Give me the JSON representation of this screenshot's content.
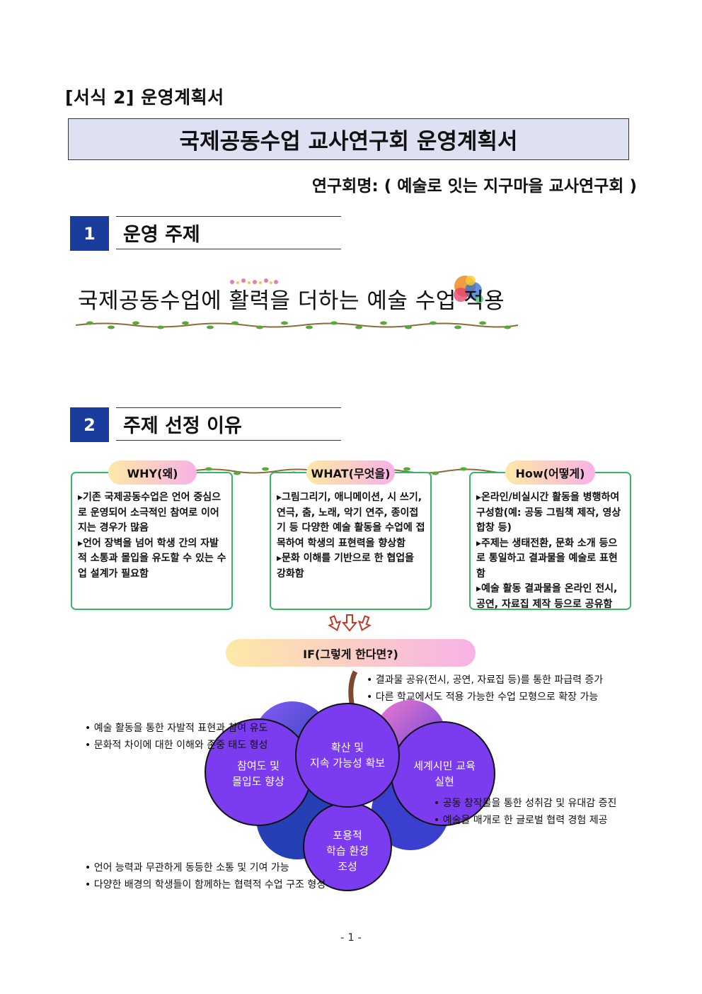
{
  "form_label": "[서식 2] 운영계획서",
  "doc_title": "국제공동수업 교사연구회 운영계획서",
  "study_name": "연구회명: ( 예술로 잇는 지구마을 교사연구회 )",
  "section1": {
    "number": "1",
    "title": "운영 주제"
  },
  "theme_text": "국제공동수업에 활력을 더하는 예술 수업 적용",
  "section2": {
    "number": "2",
    "title": "주제 선정 이유"
  },
  "cards": [
    {
      "label": "WHY(왜)",
      "lines": [
        "▸기존 국제공동수업은 언어 중심으로 운영되어 소극적인 참여로 이어지는 경우가 많음",
        "▸언어 장벽을 넘어 학생 간의 자발적 소통과 몰입을 유도할 수 있는 수업 설계가 필요함"
      ]
    },
    {
      "label": "WHAT(무엇을)",
      "lines": [
        "▸그림그리기, 애니메이션, 시 쓰기, 연극, 춤, 노래, 악기 연주, 종이접기 등 다양한 예술 활동을 수업에 접목하여 학생의 표현력을 향상함",
        "▸문화 이해를 기반으로 한 협업을 강화함"
      ]
    },
    {
      "label": "How(어떻게)",
      "lines": [
        "▸온라인/비실시간 활동을 병행하여 구성함(예: 공동 그림책 제작, 영상합창 등)",
        "▸주제는 생태전환, 문화 소개 등으로 통일하고 결과물을 예술로 표현함",
        "▸예술 활동 결과물을 온라인 전시, 공연, 자료집 제작 등으로 공유함"
      ]
    }
  ],
  "if_label": "IF(그렇게 한다면?)",
  "circles": {
    "top": [
      "확산 및",
      "지속 가능성 확보"
    ],
    "left": [
      "참여도 및",
      "몰입도 향상"
    ],
    "right": [
      "세계시민 교육",
      "실현"
    ],
    "bottom": [
      "포용적",
      "학습 환경",
      "조성"
    ]
  },
  "bullets": {
    "top_right": [
      "• 결과물 공유(전시, 공연, 자료집 등)를 통한 파급력 증가",
      "• 다른 학교에서도 적용 가능한 수업 모형으로 확장 가능"
    ],
    "left": [
      "• 예술 활동을 통한 자발적 표현과 참여 유도",
      "• 문화적 차이에 대한 이해와 존중 태도 형성"
    ],
    "right": [
      "• 공동 창작물을 통한 성취감 및 유대감 증진",
      "• 예술을 매개로 한 글로벌 협력 경험 제공"
    ],
    "bottom": [
      "• 언어 능력과 무관하게 동등한 소통 및 기여 가능",
      "• 다양한 배경의 학생들이 함께하는 협력적 수업 구조 형성"
    ]
  },
  "page_number": "- 1 -",
  "colors": {
    "section_blue": "#1a3c9c",
    "card_green": "#33b86a",
    "circle_purple": "#7b3cf0"
  }
}
